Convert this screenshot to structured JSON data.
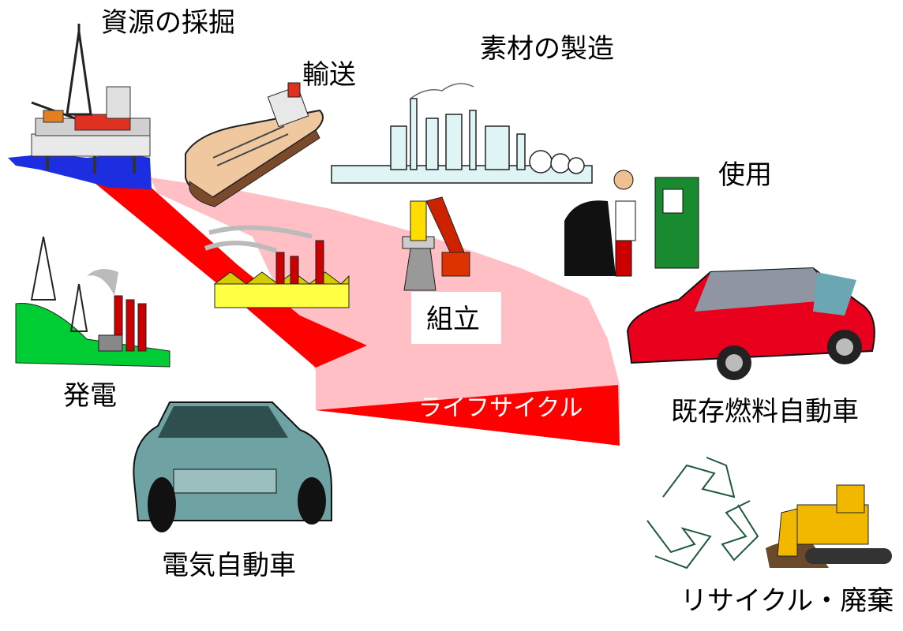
{
  "labels": {
    "resource_extraction": "資源の採掘",
    "transport": "輸送",
    "material_manufacturing": "素材の製造",
    "use": "使用",
    "assembly": "組立",
    "power_generation": "発電",
    "lifecycle": "ライフサイクル",
    "conventional_fuel_vehicle": "既存燃料自動車",
    "electric_vehicle": "電気自動車",
    "recycle_disposal": "リサイクル・廃棄"
  },
  "colors": {
    "band_light": "#ffbfc4",
    "band_dark": "#ff0000",
    "sea": "#1c2ee0",
    "red_car": "#e8001c",
    "ev_car": "#6fa3a3",
    "recycle": "#1f5a3a",
    "bulldozer": "#f2b800"
  }
}
